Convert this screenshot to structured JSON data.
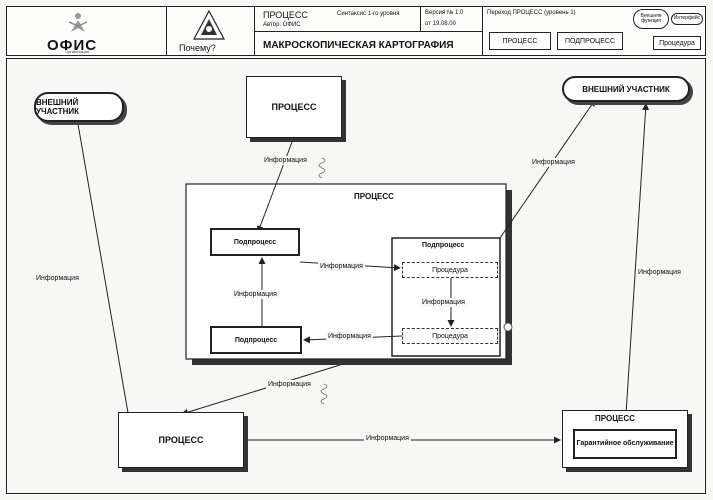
{
  "header": {
    "logo": {
      "name": "ОФИС",
      "subtitle": "Организация"
    },
    "why_label": "Почему?",
    "meta": {
      "process": "ПРОЦЕСС",
      "author": "Автор: ОФИС",
      "syntax": "Синтаксис 1-го уровня",
      "version": "Версия № 1.0",
      "date": "от 19.08.00",
      "title": "МАКРОСКОПИЧЕСКАЯ КАРТОГРАФИЯ"
    },
    "nav": {
      "label": "Переход ПРОЦЕСС (уровень 1)",
      "process_btn": "ПРОЦЕСС",
      "subprocess_btn": "ПОДПРОЦЕСС",
      "procedure_btn": "Процедура",
      "pill_function": "Внешняя функция",
      "pill_interface": "Интерфейс"
    }
  },
  "diagram": {
    "ext_left": "ВНЕШНИЙ УЧАСТНИК",
    "ext_right": "ВНЕШНИЙ УЧАСТНИК",
    "process_top": "ПРОЦЕСС",
    "process_main": "ПРОЦЕСС",
    "subprocess_a": "Подпроцесс",
    "subprocess_b": "Подпроцесс",
    "subprocess_c": "Подпроцесс",
    "procedure_1": "Процедура",
    "procedure_2": "Процедура",
    "process_bottom_left": "ПРОЦЕСС",
    "process_bottom_right": "ПРОЦЕСС",
    "warranty": "Гарантийное обслуживание",
    "info_label": "Информация"
  }
}
